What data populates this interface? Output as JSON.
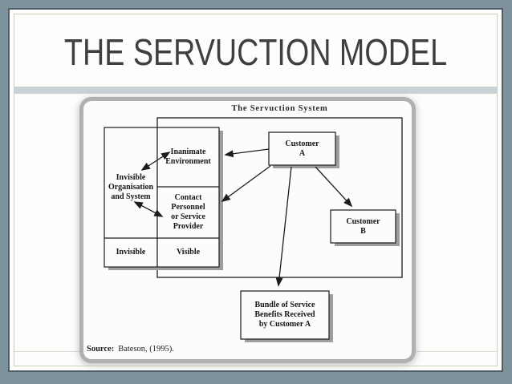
{
  "slide": {
    "title": "THE SERVUCTION MODEL"
  },
  "diagram": {
    "system_title": "The Servuction System",
    "nodes": {
      "invisible_organisation": "Invisible\nOrganisation\nand System",
      "inanimate_environment": "Inanimate\nEnvironment",
      "contact_personnel": "Contact\nPersonnel\nor Service\nProvider",
      "invisible_label": "Invisible",
      "visible_label": "Visible",
      "customer_a": "Customer\nA",
      "customer_b": "Customer\nB",
      "bundle_of_service": "Bundle of Service\nBenefits Received\nby Customer A"
    },
    "source_label": "Source:",
    "source_citation": "Bateson, (1995)."
  },
  "colors": {
    "background": "#7E929E",
    "slide_border": "#4F5F68",
    "inner_frame": "#CFCCBA",
    "title_text": "#3F3F3F",
    "divider_bar": "#C9D2D5",
    "scan_border": "#B0B0B0",
    "diagram_ink": "#1C1C1C",
    "box_shadow": "#9E9E9E"
  }
}
